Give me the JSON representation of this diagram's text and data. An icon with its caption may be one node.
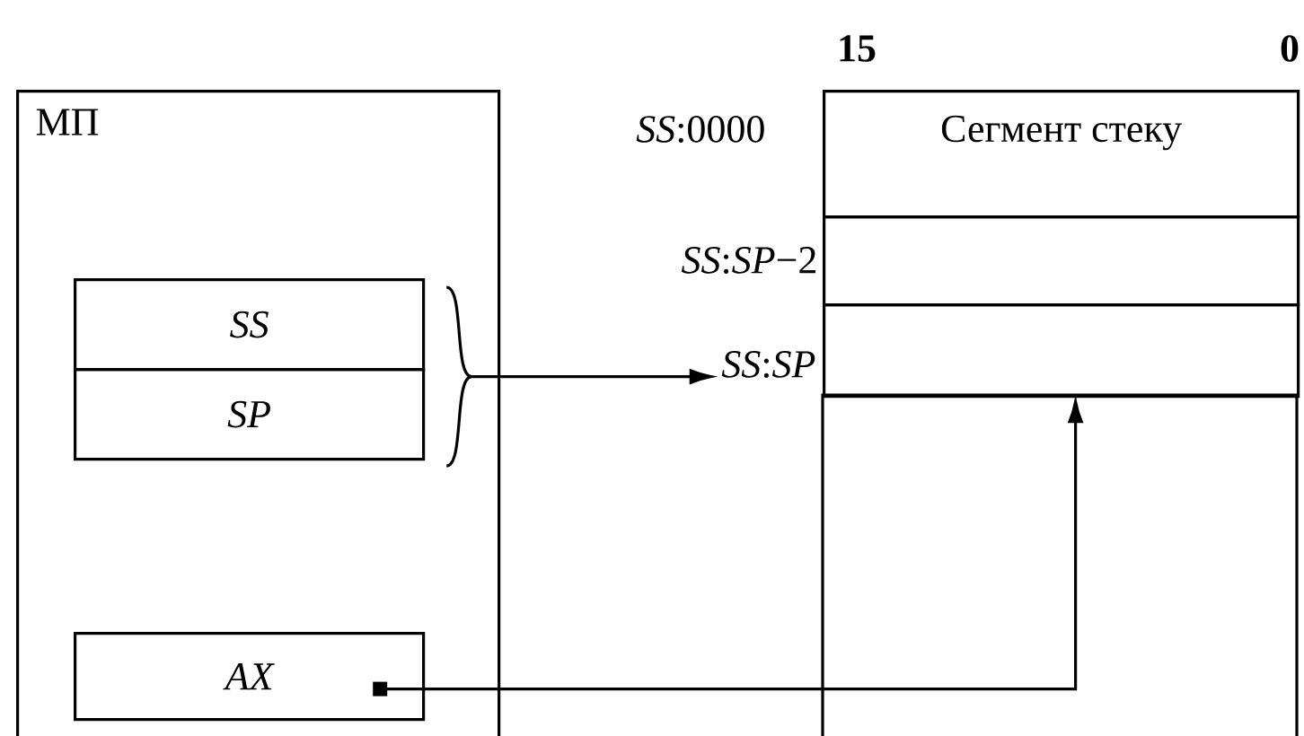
{
  "diagram": {
    "nodes": [
      {
        "text": [
          "МП"
        ]
      },
      {
        "text": [
          "SS"
        ],
        "in": 0
      },
      {
        "text": [
          "SP"
        ],
        "in": 0
      },
      {
        "text": [
          "AX"
        ],
        "in": 0
      },
      {
        "text": [
          "Сегмент стеку"
        ],
        "beside": [
          "*SS*:0000"
        ]
      },
      {
        "text": [],
        "shape": "box",
        "beside": [
          "*SS*:*SP*−2"
        ]
      },
      {
        "text": [
          "*SS*:*SP*"
        ]
      },
      {
        "text": [],
        "shape": "box"
      }
    ],
    "edges": [
      {
        "from": 1,
        "to": 6,
        "arrow": "to"
      },
      {
        "from": 2,
        "to": 6,
        "arrow": "to"
      },
      {
        "from": 3,
        "to": 7,
        "arrow": "to"
      }
    ],
    "labels": [
      "15",
      "0"
    ]
  }
}
